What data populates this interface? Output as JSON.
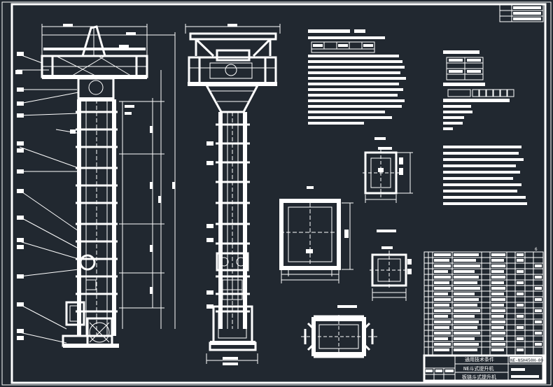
{
  "title_block": {
    "drawing_number": "NE-NSH450H-00",
    "name_line1": "通用技术条件",
    "name_line2": "NE斗式提升机",
    "name_line3": "板链斗式提升机",
    "sheet_mark": "6"
  },
  "colors": {
    "background": "#212830",
    "line": "#ffffff"
  }
}
